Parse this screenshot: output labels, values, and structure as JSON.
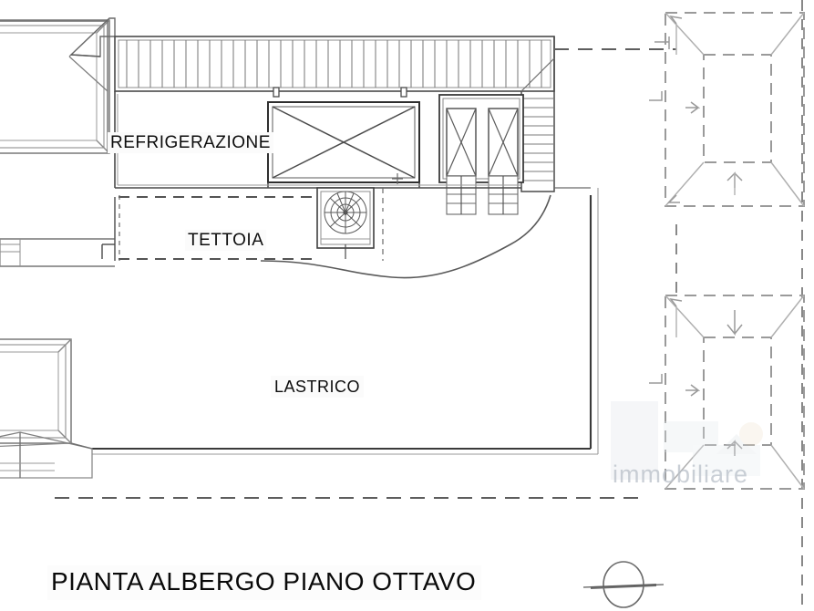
{
  "document": {
    "type": "architectural-floor-plan",
    "title": "PIANTA ALBERGO PIANO OTTAVO",
    "language": "it",
    "background_color": "#ffffff",
    "line_color": "#2b2b2b",
    "line_color_light": "#7a7a7a"
  },
  "labels": {
    "refrigerazione": "REFRIGERAZIONE",
    "tettoia": "TETTOIA",
    "lastrico": "LASTRICO"
  },
  "watermark": {
    "text": "immobiliare",
    "color": "#b9c0c9"
  },
  "symbols": {
    "north_indicator": "north-arrow-circle",
    "spiral_stair": "spiral-staircase",
    "machine_room": "x-crossed-box",
    "elevator_room": "x-crossed-box",
    "slat_roof": "ribbed-roof-band",
    "hipped_roof": "hipped-roof-diagonals"
  },
  "elements": [
    {
      "name": "hipped-roof-top-left",
      "kind": "roof"
    },
    {
      "name": "hipped-roof-bottom-left",
      "kind": "roof"
    },
    {
      "name": "slat-roof-band",
      "kind": "roof"
    },
    {
      "name": "refrigeration-machine-room",
      "kind": "room"
    },
    {
      "name": "elevator-machine-room-left",
      "kind": "room"
    },
    {
      "name": "elevator-machine-room-right",
      "kind": "room"
    },
    {
      "name": "spiral-staircase",
      "kind": "circulation"
    },
    {
      "name": "tettoia-canopy",
      "kind": "canopy"
    },
    {
      "name": "lastrico-terrace",
      "kind": "terrace"
    },
    {
      "name": "courtyard-upper-right",
      "kind": "lightwell"
    },
    {
      "name": "courtyard-lower-right",
      "kind": "lightwell"
    }
  ]
}
